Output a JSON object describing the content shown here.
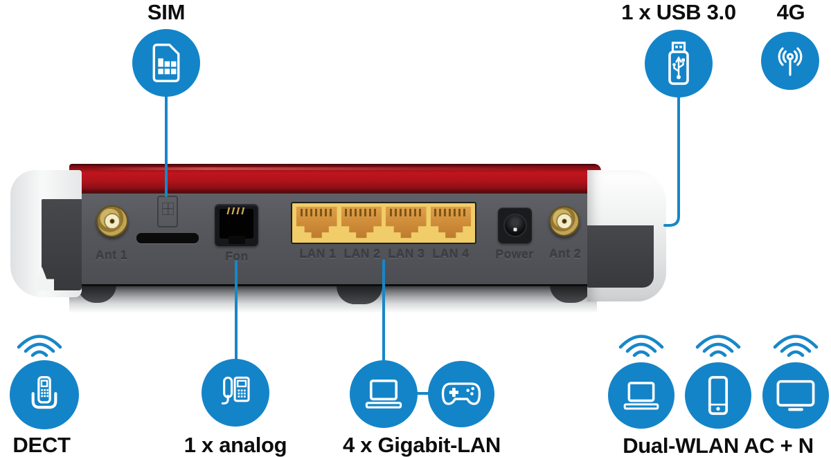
{
  "colors": {
    "accent_blue": "#1484c8",
    "router_red": "#b5141c",
    "router_gray": "#54555a",
    "lan_yellow": "#f0cd68",
    "label_black": "#0d0d0d"
  },
  "callouts": {
    "sim": {
      "label": "SIM",
      "icon": "sim-card-icon"
    },
    "usb": {
      "label": "1 x USB 3.0",
      "icon": "usb-stick-icon"
    },
    "cellular": {
      "label": "4G",
      "icon": "cellular-antenna-icon"
    },
    "dect": {
      "label": "DECT",
      "icon": "cordless-phone-icon"
    },
    "analog": {
      "label": "1 x analog",
      "icon": "desk-phone-icon"
    },
    "gigabit_lan": {
      "label": "4 x Gigabit-LAN",
      "icons": [
        "laptop-icon",
        "gamepad-icon"
      ]
    },
    "dual_wlan": {
      "label": "Dual-WLAN AC + N",
      "icons": [
        "laptop-icon",
        "smartphone-icon",
        "monitor-icon"
      ]
    }
  },
  "router_ports": {
    "ant1": "Ant 1",
    "fon": "Fon",
    "lan": [
      "LAN 1",
      "LAN 2",
      "LAN 3",
      "LAN 4"
    ],
    "power": "Power",
    "ant2": "Ant 2"
  }
}
